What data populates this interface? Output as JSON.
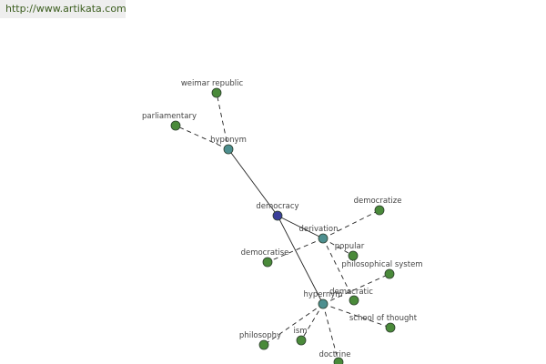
{
  "header": {
    "url_text": "http://www.artikata.com"
  },
  "colors": {
    "root_node": "#3a3f9a",
    "relation_node": "#4d8f8f",
    "term_node": "#4a8a3a",
    "node_stroke": "#2c3e2c",
    "edge": "#222222",
    "label_text": "#444444",
    "link_text": "#3b5d1e",
    "url_bar_bg": "#eeeeee"
  },
  "graph": {
    "nodes": [
      {
        "id": "democracy",
        "label": "democracy",
        "kind": "root"
      },
      {
        "id": "hyponym",
        "label": "hyponym",
        "kind": "relation"
      },
      {
        "id": "derivation",
        "label": "derivation",
        "kind": "relation"
      },
      {
        "id": "hypernym",
        "label": "hypernym",
        "kind": "relation"
      },
      {
        "id": "weimar-republic",
        "label": "weimar republic",
        "kind": "term"
      },
      {
        "id": "parliamentary",
        "label": "parliamentary",
        "kind": "term"
      },
      {
        "id": "democratize",
        "label": "democratize",
        "kind": "term"
      },
      {
        "id": "democratise",
        "label": "democratise",
        "kind": "term"
      },
      {
        "id": "popular",
        "label": "popular",
        "kind": "term"
      },
      {
        "id": "democratic",
        "label": "democratic",
        "kind": "term"
      },
      {
        "id": "philosophical-system",
        "label": "philosophical system",
        "kind": "term"
      },
      {
        "id": "school-of-thought",
        "label": "school of thought",
        "kind": "term"
      },
      {
        "id": "philosophy",
        "label": "philosophy",
        "kind": "term"
      },
      {
        "id": "ism",
        "label": "ism",
        "kind": "term"
      },
      {
        "id": "doctrine",
        "label": "doctrine",
        "kind": "term"
      }
    ],
    "edges": [
      {
        "from": "democracy",
        "to": "hyponym",
        "style": "solid"
      },
      {
        "from": "democracy",
        "to": "derivation",
        "style": "solid"
      },
      {
        "from": "democracy",
        "to": "hypernym",
        "style": "solid"
      },
      {
        "from": "hyponym",
        "to": "weimar-republic",
        "style": "dashed"
      },
      {
        "from": "hyponym",
        "to": "parliamentary",
        "style": "dashed"
      },
      {
        "from": "derivation",
        "to": "democratize",
        "style": "dashed"
      },
      {
        "from": "derivation",
        "to": "democratise",
        "style": "dashed"
      },
      {
        "from": "derivation",
        "to": "popular",
        "style": "dashed"
      },
      {
        "from": "derivation",
        "to": "democratic",
        "style": "dashed"
      },
      {
        "from": "hypernym",
        "to": "philosophical-system",
        "style": "dashed"
      },
      {
        "from": "hypernym",
        "to": "school-of-thought",
        "style": "dashed"
      },
      {
        "from": "hypernym",
        "to": "philosophy",
        "style": "dashed"
      },
      {
        "from": "hypernym",
        "to": "ism",
        "style": "dashed"
      },
      {
        "from": "hypernym",
        "to": "doctrine",
        "style": "dashed"
      }
    ]
  }
}
